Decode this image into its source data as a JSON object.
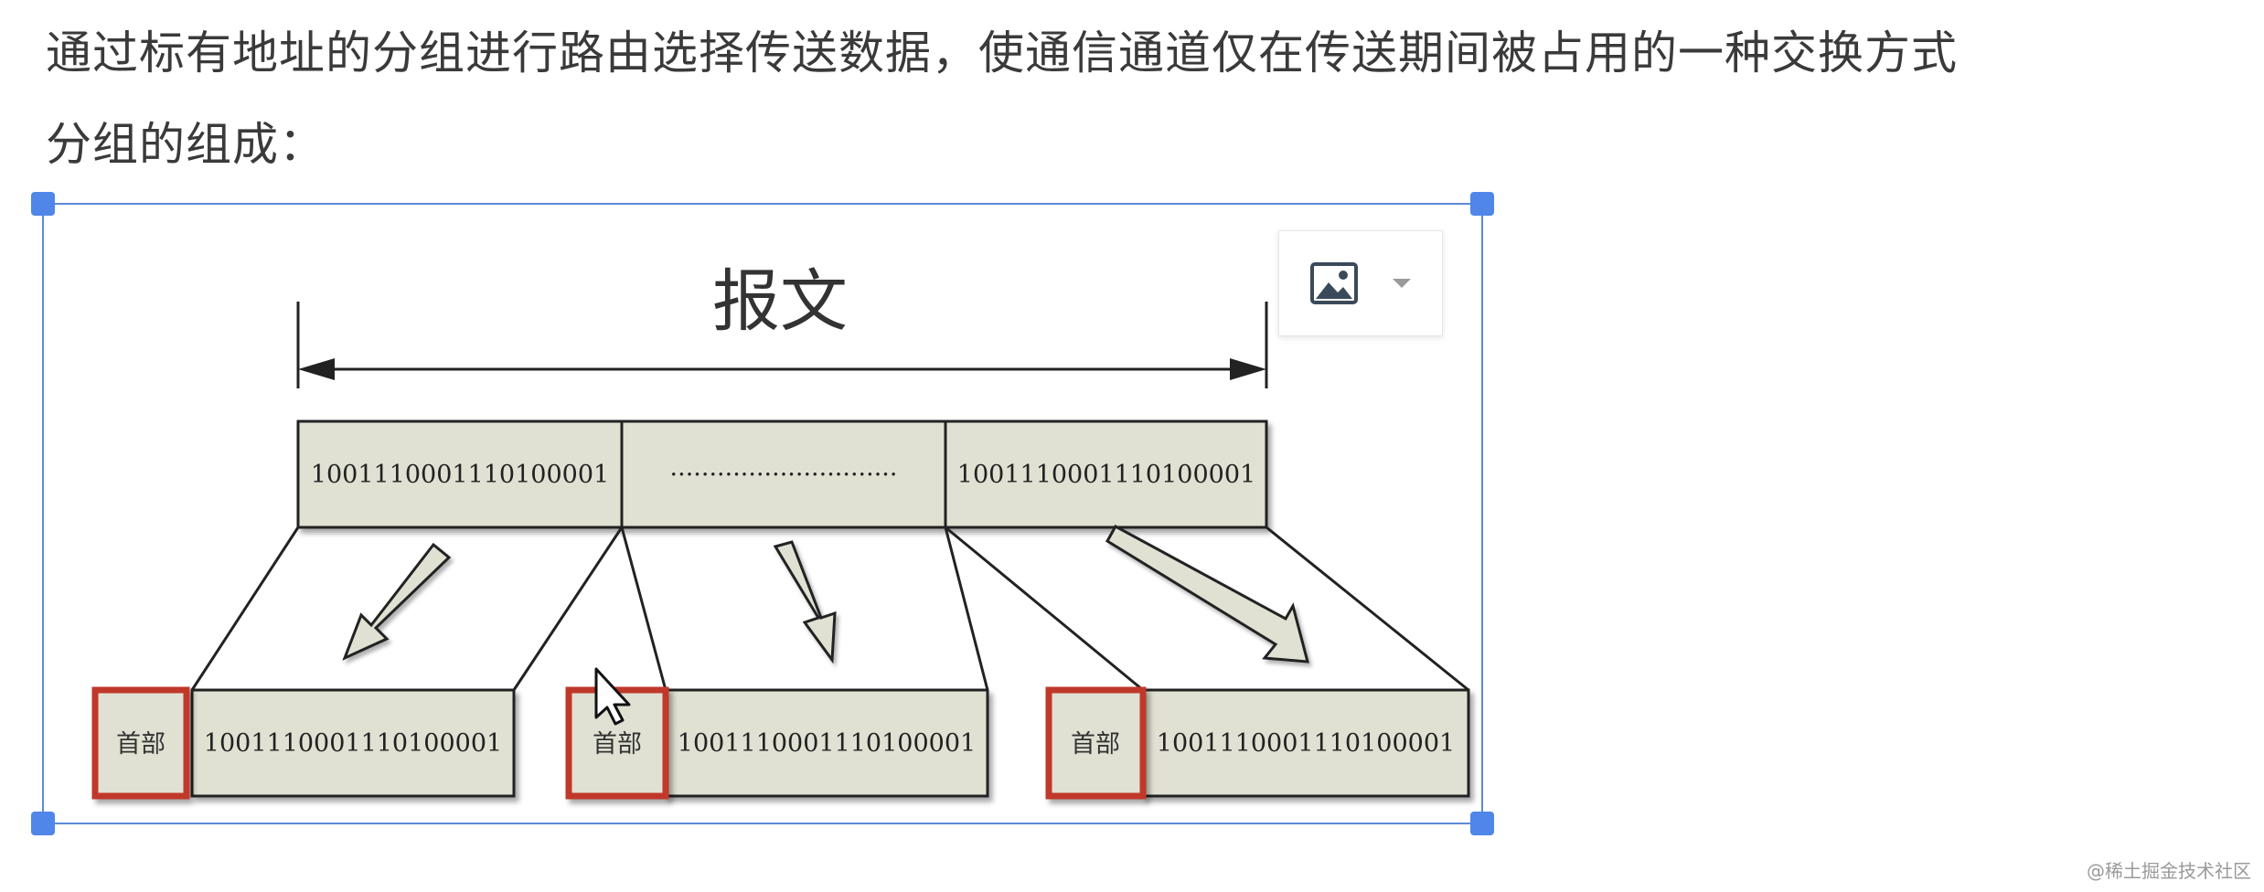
{
  "article": {
    "line1": "通过标有地址的分组进行路由选择传送数据，使通信通道仅在传送期间被占用的一种交换方式",
    "line2": "分组的组成："
  },
  "diagram": {
    "title": "报文",
    "message_segments": [
      "1001110001110100001",
      "·····························",
      "1001110001110100001"
    ],
    "packets": [
      {
        "header": "首部",
        "body": "1001110001110100001"
      },
      {
        "header": "首部",
        "body": "1001110001110100001"
      },
      {
        "header": "首部",
        "body": "1001110001110100001"
      }
    ]
  },
  "toolbar": {
    "image_icon": "image-icon",
    "caret_icon": "caret-down-icon"
  },
  "watermark": "@稀土掘金技术社区",
  "colors": {
    "selection": "#4f86e8",
    "box_fill": "#e0e1d2",
    "header_border": "#c0392b"
  }
}
